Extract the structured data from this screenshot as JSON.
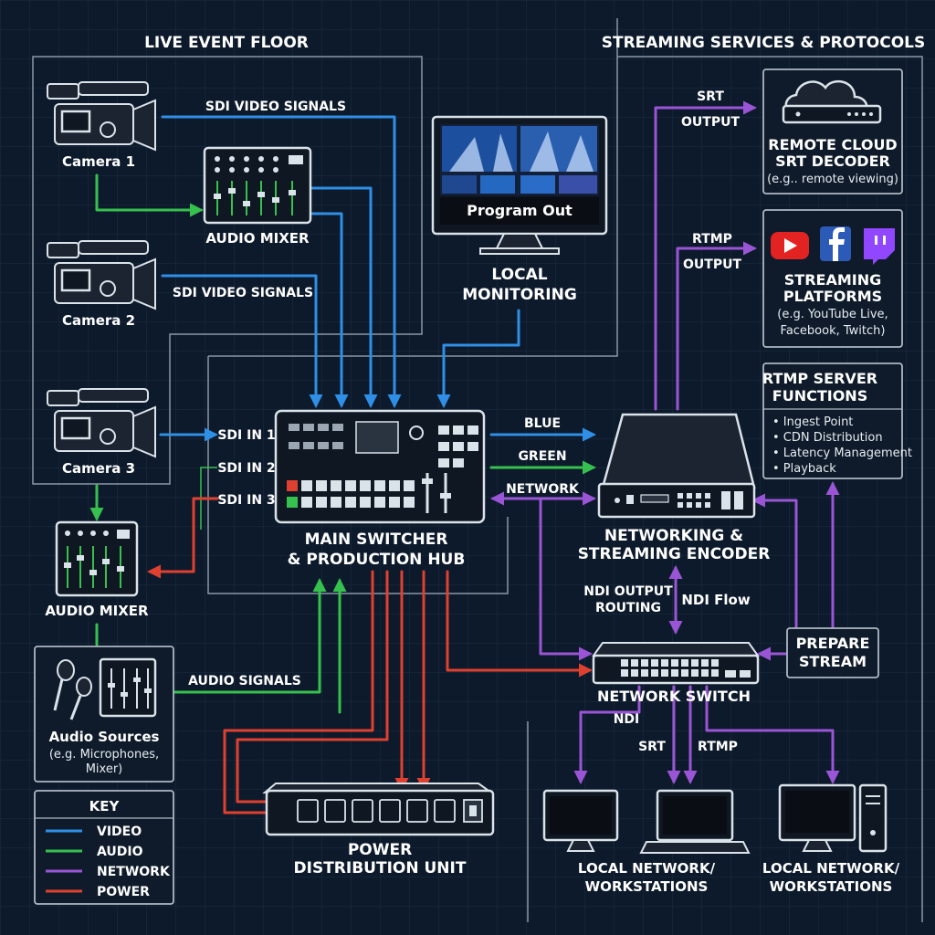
{
  "colors": {
    "video": "#2f8fe6",
    "audio": "#36c04e",
    "network": "#9a55d6",
    "power": "#e0402f",
    "background": "#0d1a2b"
  },
  "sections": {
    "live_event_floor": "LIVE EVENT FLOOR",
    "streaming_services": "STREAMING SERVICES & PROTOCOLS"
  },
  "cameras": [
    {
      "label": "Camera 1",
      "icon": "video-camera-icon"
    },
    {
      "label": "Camera 2",
      "icon": "video-camera-icon"
    },
    {
      "label": "Camera 3",
      "icon": "video-camera-icon"
    }
  ],
  "audio_mixer_top": {
    "label": "AUDIO MIXER",
    "icon": "audio-mixer-icon"
  },
  "audio_mixer_bottom": {
    "label": "AUDIO MIXER",
    "icon": "audio-mixer-icon"
  },
  "audio_sources": {
    "label": "Audio Sources",
    "sub1": "(e.g. Microphones,",
    "sub2": "Mixer)",
    "icon": "microphone-icon"
  },
  "signal_labels": {
    "sdi_top": "SDI VIDEO SIGNALS",
    "sdi_mid": "SDI VIDEO SIGNALS",
    "sdi_in_1": "SDI IN 1",
    "sdi_in_2": "SDI IN 2",
    "sdi_in_3": "SDI IN 3",
    "audio_signals": "AUDIO SIGNALS",
    "blue": "BLUE",
    "green": "GREEN",
    "network": "NETWORK",
    "srt_output_1": "SRT",
    "srt_output_2": "OUTPUT",
    "rtmp_output_1": "RTMP",
    "rtmp_output_2": "OUTPUT",
    "ndi_routing_1": "NDI OUTPUT",
    "ndi_routing_2": "ROUTING",
    "ndi_flow": "NDI Flow",
    "ndi": "NDI",
    "srt": "SRT",
    "rtmp": "RTMP"
  },
  "monitor": {
    "screen_label": "Program Out",
    "label1": "LOCAL",
    "label2": "MONITORING",
    "icon": "monitor-icon"
  },
  "switcher": {
    "label1": "MAIN SWITCHER",
    "label2": "& PRODUCTION HUB",
    "icon": "production-switcher-icon"
  },
  "encoder": {
    "label1": "NETWORKING &",
    "label2": "STREAMING ENCODER",
    "icon": "streaming-encoder-icon"
  },
  "network_switch": {
    "label": "NETWORK SWITCH",
    "icon": "network-switch-icon"
  },
  "pdu": {
    "label1": "POWER",
    "label2": "DISTRIBUTION UNIT",
    "icon": "power-strip-icon"
  },
  "cloud_decoder": {
    "label1": "REMOTE CLOUD",
    "label2": "SRT DECODER",
    "sub": "(e.g.. remote viewing)",
    "icon": "cloud-icon"
  },
  "platforms": {
    "label1": "STREAMING",
    "label2": "PLATFORMS",
    "sub1": "(e.g. YouTube Live,",
    "sub2": "Facebook, Twitch)",
    "icons": [
      "youtube-icon",
      "facebook-icon",
      "twitch-icon"
    ]
  },
  "rtmp_server": {
    "title1": "RTMP SERVER",
    "title2": "FUNCTIONS",
    "items": [
      "• Ingest Point",
      "• CDN Distribution",
      "• Latency Management",
      "• Playback"
    ]
  },
  "prepare_stream": {
    "label1": "PREPARE",
    "label2": "STREAM"
  },
  "workstations": [
    {
      "label1": "LOCAL NETWORK/",
      "label2": "WORKSTATIONS",
      "icon": "workstation-icon"
    },
    {
      "label1": "LOCAL NETWORK/",
      "label2": "WORKSTATIONS",
      "icon": "desktop-tower-icon"
    }
  ],
  "key": {
    "title": "KEY",
    "items": [
      {
        "label": "VIDEO",
        "color": "#2f8fe6"
      },
      {
        "label": "AUDIO",
        "color": "#36c04e"
      },
      {
        "label": "NETWORK",
        "color": "#9a55d6"
      },
      {
        "label": "POWER",
        "color": "#e0402f"
      }
    ]
  }
}
